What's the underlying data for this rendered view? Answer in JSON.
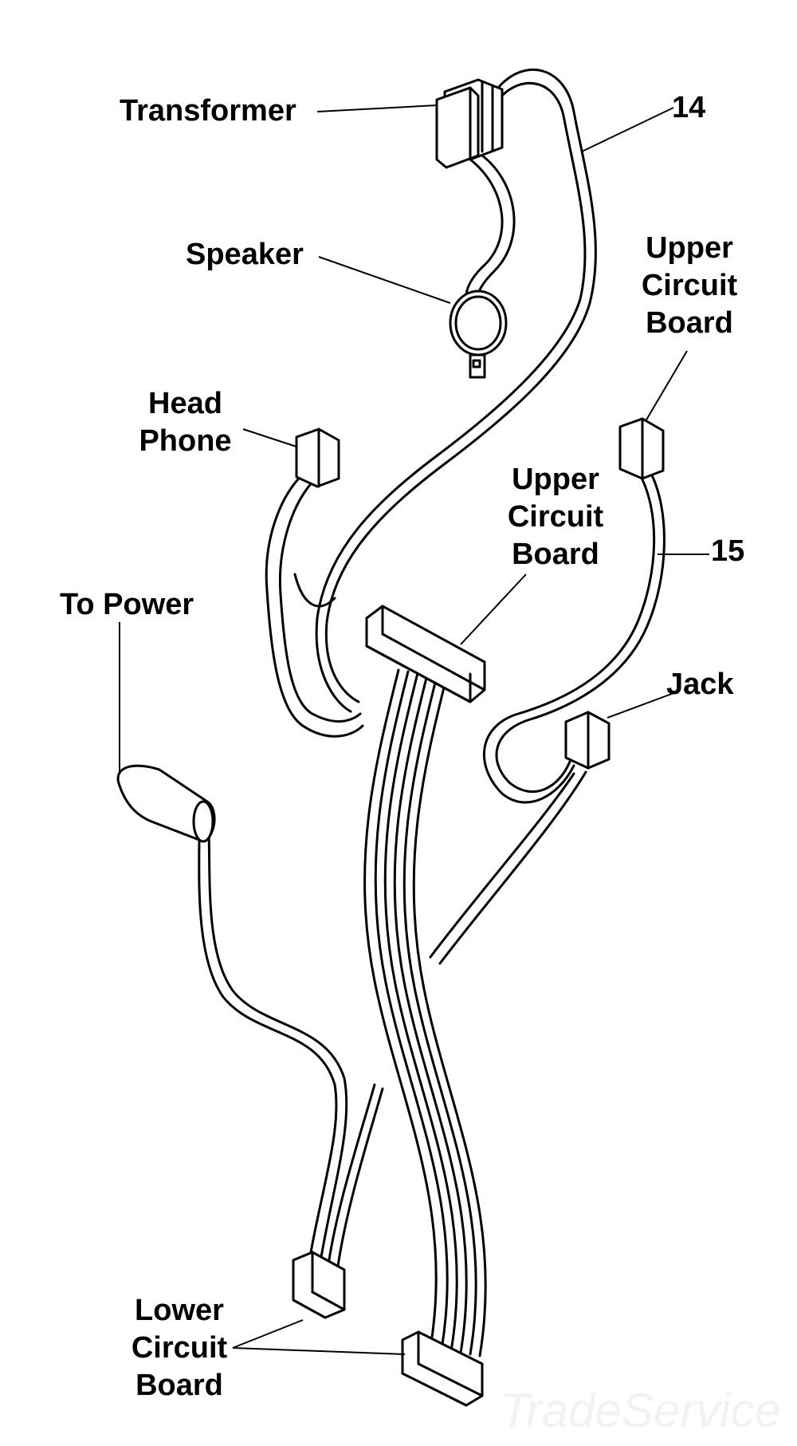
{
  "labels": {
    "transformer": "Transformer",
    "ref_14": "14",
    "speaker": "Speaker",
    "upper_circuit_board_1": [
      "Upper",
      "Circuit",
      "Board"
    ],
    "head_phone": [
      "Head",
      "Phone"
    ],
    "upper_circuit_board_2": [
      "Upper",
      "Circuit",
      "Board"
    ],
    "ref_15": "15",
    "to_power": "To Power",
    "jack": "Jack",
    "lower_circuit_board": [
      "Lower",
      "Circuit",
      "Board"
    ]
  },
  "watermark": "TradeService"
}
